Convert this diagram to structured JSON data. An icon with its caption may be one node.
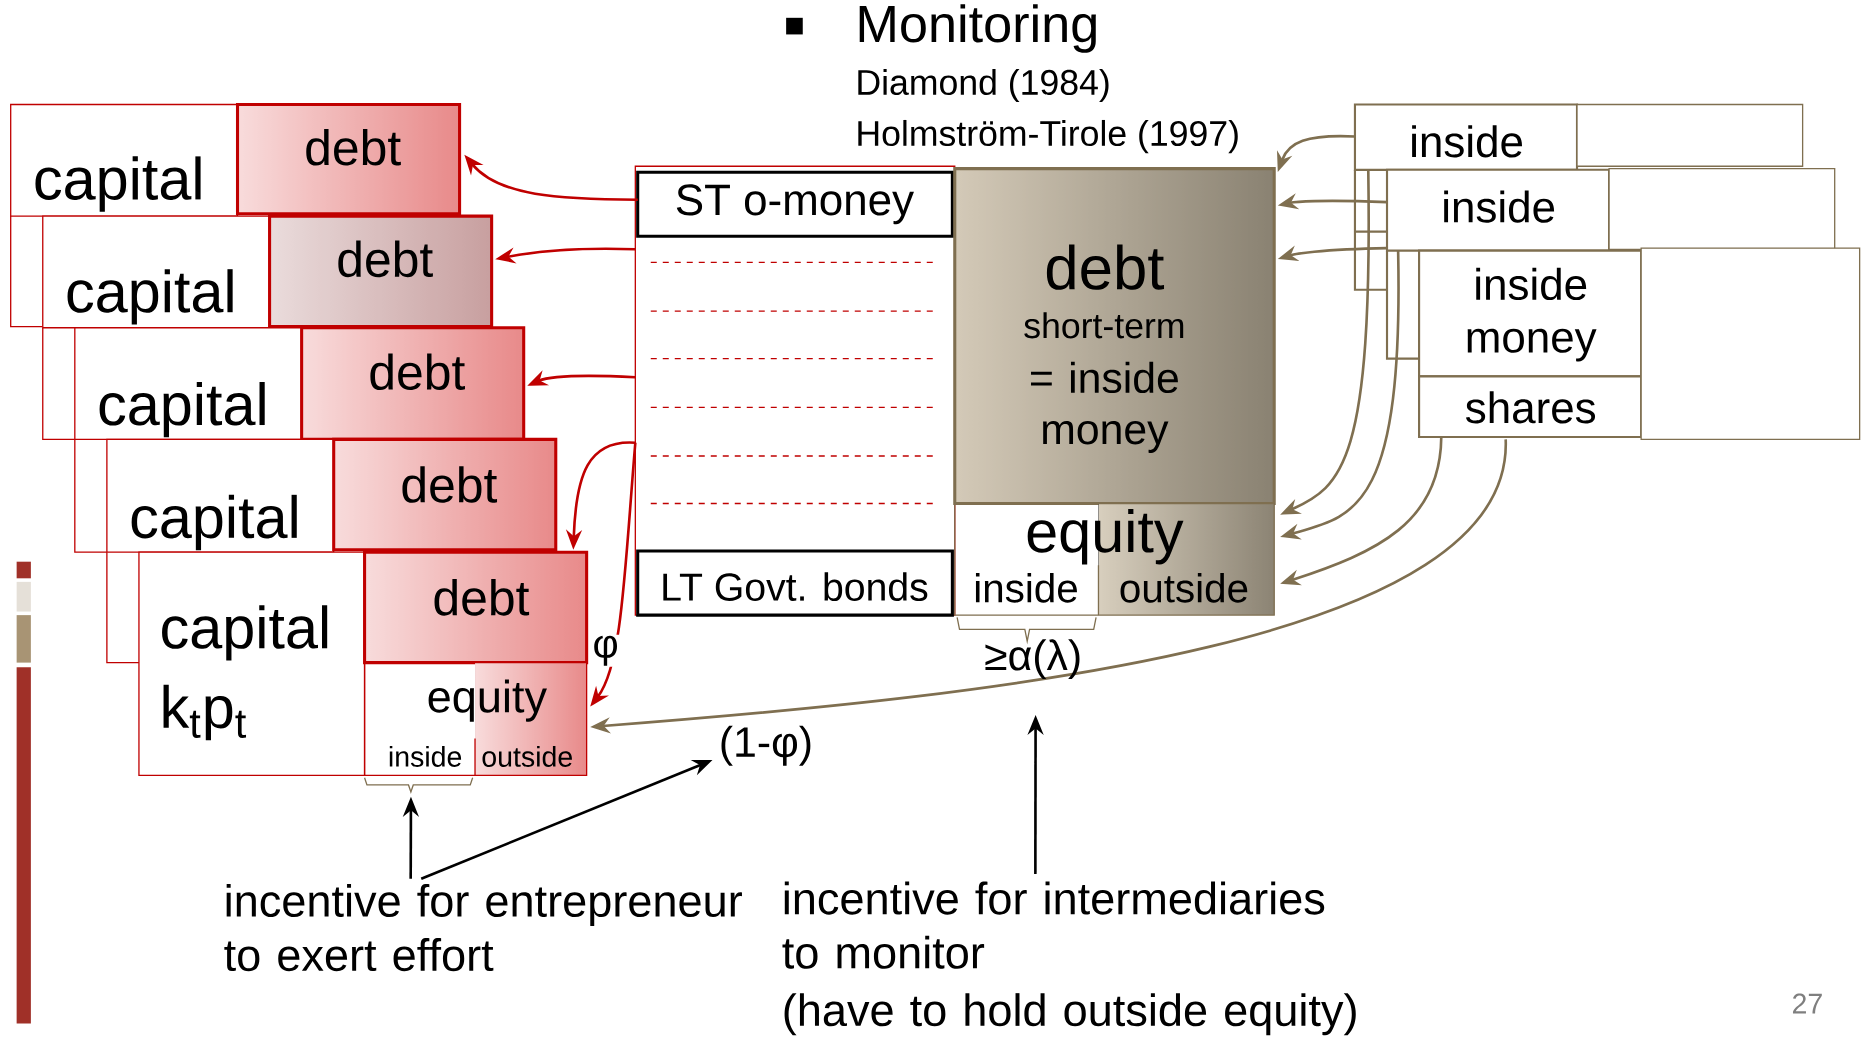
{
  "diagram": {
    "title": "Monitoring",
    "nodes": [
      {
        "text": [
          "capital"
        ]
      },
      {
        "text": [
          "debt"
        ]
      },
      {
        "text": [
          "capital"
        ]
      },
      {
        "text": [
          "debt"
        ]
      },
      {
        "text": [
          "capital"
        ]
      },
      {
        "text": [
          "debt"
        ]
      },
      {
        "text": [
          "capital"
        ]
      },
      {
        "text": [
          "debt"
        ]
      },
      {
        "text": [
          "capital",
          "k$_{t}$p$_{t}$"
        ]
      },
      {
        "text": [
          "debt"
        ]
      },
      {
        "text": [
          "equity"
        ]
      },
      {
        "text": [
          "inside"
        ],
        "in": 10
      },
      {
        "text": [
          "outside"
        ],
        "in": 10
      },
      {
        "text": [],
        "shape": "box"
      },
      {
        "text": [
          "ST o-money"
        ],
        "in": 13
      },
      {
        "text": [
          "LT Govt. bonds"
        ],
        "in": 13
      },
      {
        "text": [
          "debt",
          "short-term",
          "= inside money"
        ]
      },
      {
        "text": [
          "equity"
        ]
      },
      {
        "text": [
          "inside"
        ],
        "in": 17
      },
      {
        "text": [
          "outside"
        ],
        "in": 17
      },
      {
        "text": [
          "inside"
        ]
      },
      {
        "text": [],
        "shape": "box"
      },
      {
        "text": [
          "inside"
        ]
      },
      {
        "text": [],
        "shape": "box"
      },
      {
        "text": [
          "inside money"
        ]
      },
      {
        "text": [
          "shares"
        ]
      },
      {
        "text": [],
        "shape": "box"
      },
      {
        "text": [
          "incentive for entrepreneur to exert effort"
        ]
      },
      {
        "text": [
          "incentive for intermediaries to monitor",
          "(have to hold outside equity)"
        ]
      }
    ],
    "edges": [
      {
        "from": 14,
        "to": 1,
        "arrow": "to",
        "color": "#c00000"
      },
      {
        "from": 13,
        "to": 3,
        "arrow": "to",
        "color": "#c00000"
      },
      {
        "from": 13,
        "to": 5,
        "arrow": "to",
        "color": "#c00000"
      },
      {
        "from": 13,
        "to": 9,
        "arrow": "to",
        "color": "#c00000"
      },
      {
        "from": 13,
        "to": 10,
        "arrow": "to",
        "color": "#c00000",
        "label": "φ"
      },
      {
        "from": 20,
        "to": 16,
        "arrow": "to"
      },
      {
        "from": 22,
        "to": 16,
        "arrow": "to"
      },
      {
        "from": 22,
        "to": 16,
        "arrow": "to"
      },
      {
        "from": 20,
        "to": 17,
        "arrow": "to"
      },
      {
        "from": 22,
        "to": 17,
        "arrow": "to"
      },
      {
        "from": 25,
        "to": 17,
        "arrow": "to"
      },
      {
        "from": 25,
        "to": 10,
        "arrow": "to",
        "label": "(1-φ)"
      },
      {
        "from": 27,
        "to": 11,
        "arrow": "to",
        "color": "#000000"
      },
      {
        "from": 27,
        "to": null,
        "arrow": "to",
        "color": "#000000"
      },
      {
        "from": 28,
        "to": 18,
        "arrow": "to",
        "color": "#000000"
      }
    ],
    "labels": [
      "Diamond (1984)",
      "Holmström-Tirole (1997)",
      "≥α(λ)",
      "27"
    ]
  }
}
